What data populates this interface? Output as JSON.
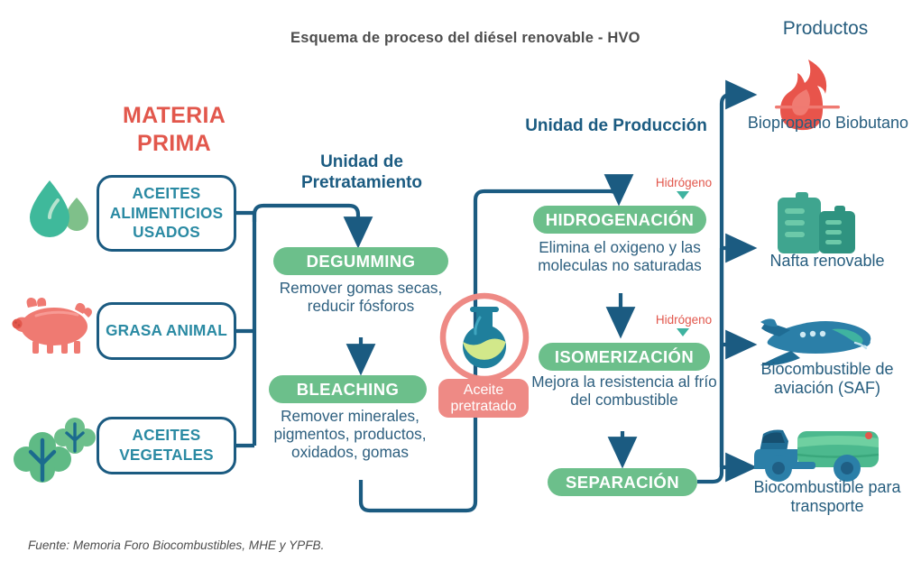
{
  "title": "Esquema de proceso del diésel renovable - HVO",
  "colors": {
    "red": "#e2574c",
    "dark_blue": "#1b5b81",
    "teal_text": "#2a8aa3",
    "green_pill": "#6cbf8b",
    "salmon": "#ee8a85",
    "body_text": "#2d5f7f"
  },
  "raw_materials": {
    "heading": "MATERIA PRIMA",
    "items": [
      {
        "label": "ACEITES ALIMENTICIOS USADOS",
        "icon": "oil-droplet-icon"
      },
      {
        "label": "GRASA ANIMAL",
        "icon": "pig-icon"
      },
      {
        "label": "ACEITES VEGETALES",
        "icon": "plant-icon"
      }
    ]
  },
  "pretreatment_unit": {
    "heading": "Unidad de Pretratamiento",
    "steps": [
      {
        "name": "DEGUMMING",
        "description": "Remover gomas secas, reducir fósforos"
      },
      {
        "name": "BLEACHING",
        "description": "Remover minerales, pigmentos, productos, oxidados, gomas"
      }
    ]
  },
  "intermediate": {
    "label": "Aceite pretratado",
    "icon": "flask-icon"
  },
  "production_unit": {
    "heading": "Unidad de Producción",
    "hydrogen_label_1": "Hidrógeno",
    "hydrogen_label_2": "Hidrógeno",
    "steps": [
      {
        "name": "HIDROGENACIÓN",
        "description": "Elimina el oxigeno y las moleculas no saturadas"
      },
      {
        "name": "ISOMERIZACIÓN",
        "description": "Mejora la resistencia al frío del combustible"
      },
      {
        "name": "SEPARACIÓN",
        "description": ""
      }
    ]
  },
  "products": {
    "heading": "Productos",
    "items": [
      {
        "label": "Biopropano Biobutano",
        "icon": "flame-icon"
      },
      {
        "label": "Nafta renovable",
        "icon": "jerrycan-icon"
      },
      {
        "label": "Biocombustible de aviación (SAF)",
        "icon": "airplane-icon"
      },
      {
        "label": "Biocombustible para transporte",
        "icon": "tanker-truck-icon"
      }
    ]
  },
  "source": "Fuente: Memoria Foro Biocombustibles, MHE y YPFB."
}
